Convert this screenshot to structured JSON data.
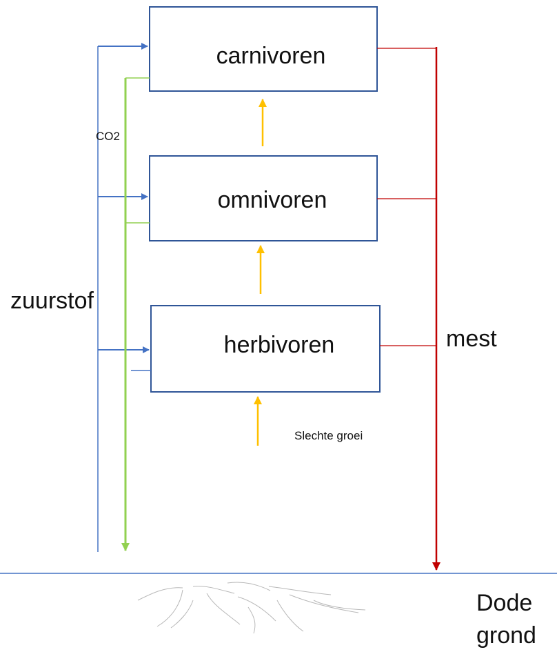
{
  "boxes": {
    "carnivoren": "carnivoren",
    "omnivoren": "omnivoren",
    "herbivoren": "herbivoren"
  },
  "labels": {
    "co2": "CO2",
    "zuurstof": "zuurstof",
    "mest": "mest",
    "slechte_groei": "Slechte groei",
    "dode": "Dode",
    "grond": "grond"
  },
  "colors": {
    "box_border": "#2f5597",
    "blue_arrow": "#4472c4",
    "green_arrow": "#92d050",
    "red_arrow": "#c00000",
    "yellow_arrow": "#ffc000",
    "ground_line": "#4472c4"
  }
}
